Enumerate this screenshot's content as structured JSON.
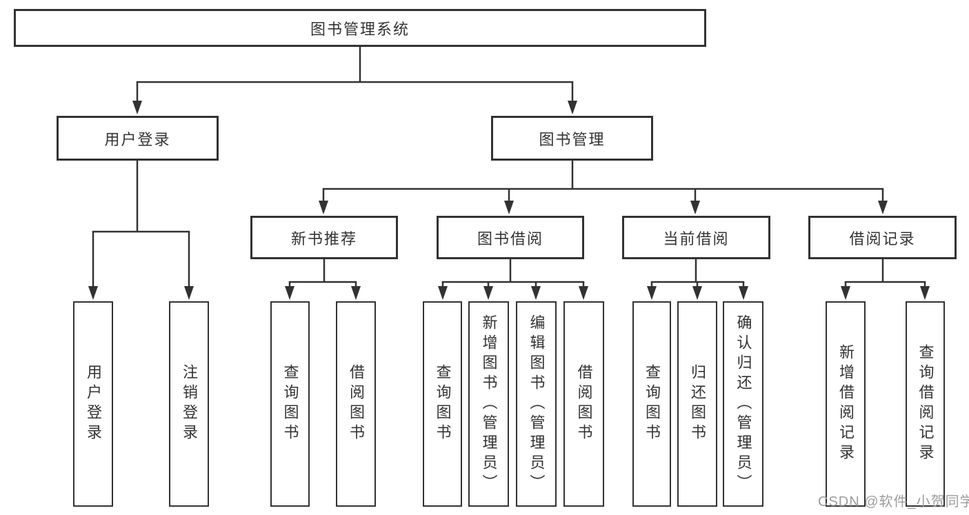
{
  "colors": {
    "line": "#323232",
    "text": "#333333",
    "watermark": "#9c9c9c",
    "background": "#ffffff"
  },
  "watermark": {
    "text": "CSDN @软件_小贺同学"
  },
  "tree": {
    "label": "图书管理系统",
    "children": [
      {
        "label": "用户登录",
        "children": [
          {
            "label": "用户登录"
          },
          {
            "label": "注销登录"
          }
        ]
      },
      {
        "label": "图书管理",
        "children": [
          {
            "label": "新书推荐",
            "children": [
              {
                "label": "查询图书"
              },
              {
                "label": "借阅图书"
              }
            ]
          },
          {
            "label": "图书借阅",
            "children": [
              {
                "label": "查询图书"
              },
              {
                "label": "新增图书（管理员）"
              },
              {
                "label": "编辑图书（管理员）"
              },
              {
                "label": "借阅图书"
              }
            ]
          },
          {
            "label": "当前借阅",
            "children": [
              {
                "label": "查询图书"
              },
              {
                "label": "归还图书"
              },
              {
                "label": "确认归还（管理员）"
              }
            ]
          },
          {
            "label": "借阅记录",
            "children": [
              {
                "label": "新增借阅记录"
              },
              {
                "label": "查询借阅记录"
              }
            ]
          }
        ]
      }
    ]
  }
}
